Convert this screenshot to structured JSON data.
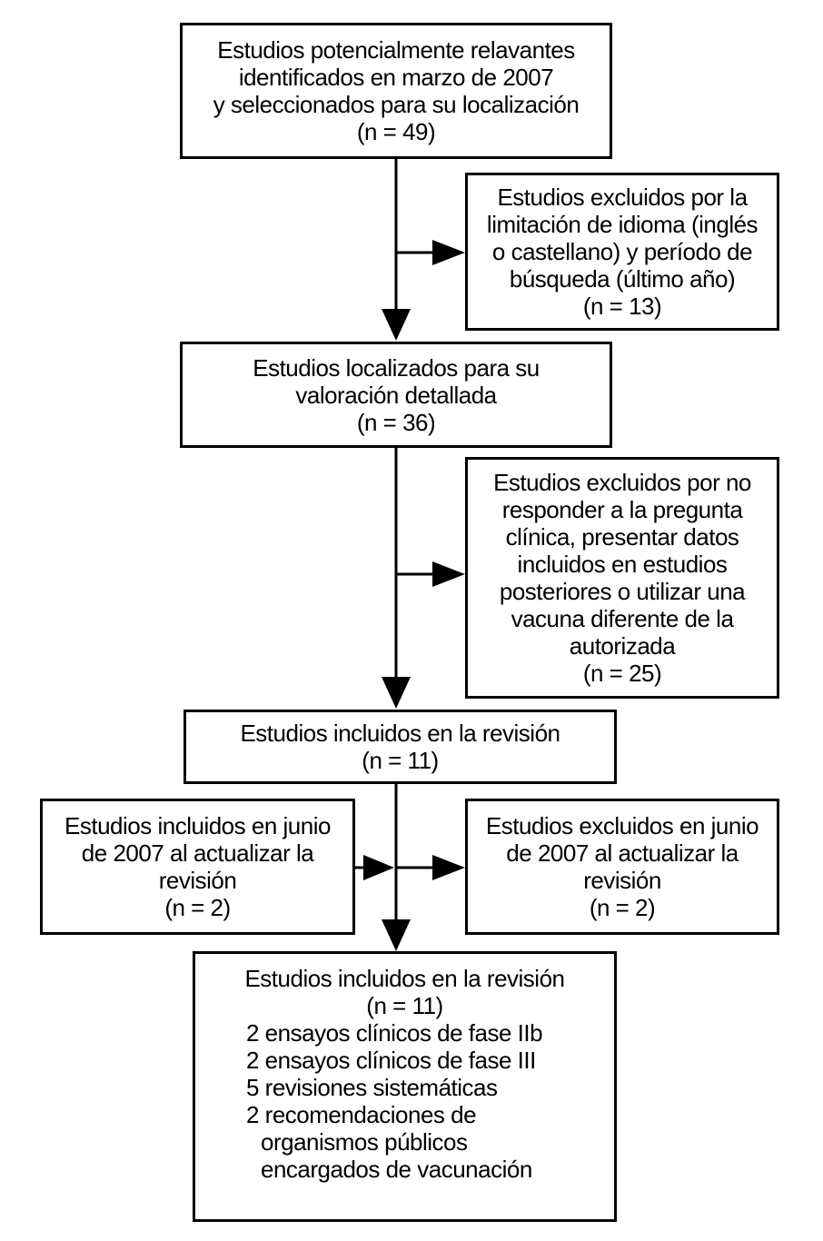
{
  "boxes": {
    "identified": {
      "lines": [
        "Estudios potencialmente relavantes",
        "identificados en marzo de 2007",
        "y seleccionados para su localización",
        "(n = 49)"
      ]
    },
    "excluded_language": {
      "lines": [
        "Estudios excluidos por la",
        "limitación de idioma (inglés",
        "o castellano) y período de",
        "búsqueda (último año)",
        "(n = 13)"
      ]
    },
    "located": {
      "lines": [
        "Estudios localizados para su",
        "valoración detallada",
        "(n = 36)"
      ]
    },
    "excluded_criteria": {
      "lines": [
        "Estudios excluidos por no",
        "responder a la pregunta",
        "clínica, presentar datos",
        "incluidos en estudios",
        "posteriores o utilizar una",
        "vacuna diferente de la",
        "autorizada",
        "(n = 25)"
      ]
    },
    "included_review": {
      "lines": [
        "Estudios incluidos en la revisión",
        "(n = 11)"
      ]
    },
    "included_update": {
      "lines": [
        "Estudios incluidos en junio",
        "de 2007 al actualizar la",
        "revisión",
        "(n = 2)"
      ]
    },
    "excluded_update": {
      "lines": [
        "Estudios excluidos en junio",
        "de 2007 al actualizar la",
        "revisión",
        "(n = 2)"
      ]
    },
    "final": {
      "title": "Estudios incluidos en la revisión",
      "count": "(n = 11)",
      "items": [
        "2 ensayos clínicos de fase IIb",
        "2 ensayos clínicos de fase III",
        "5 revisiones sistemáticas",
        "2 recomendaciones de"
      ],
      "continuation": [
        "organismos públicos",
        "encargados de vacunación"
      ]
    }
  }
}
